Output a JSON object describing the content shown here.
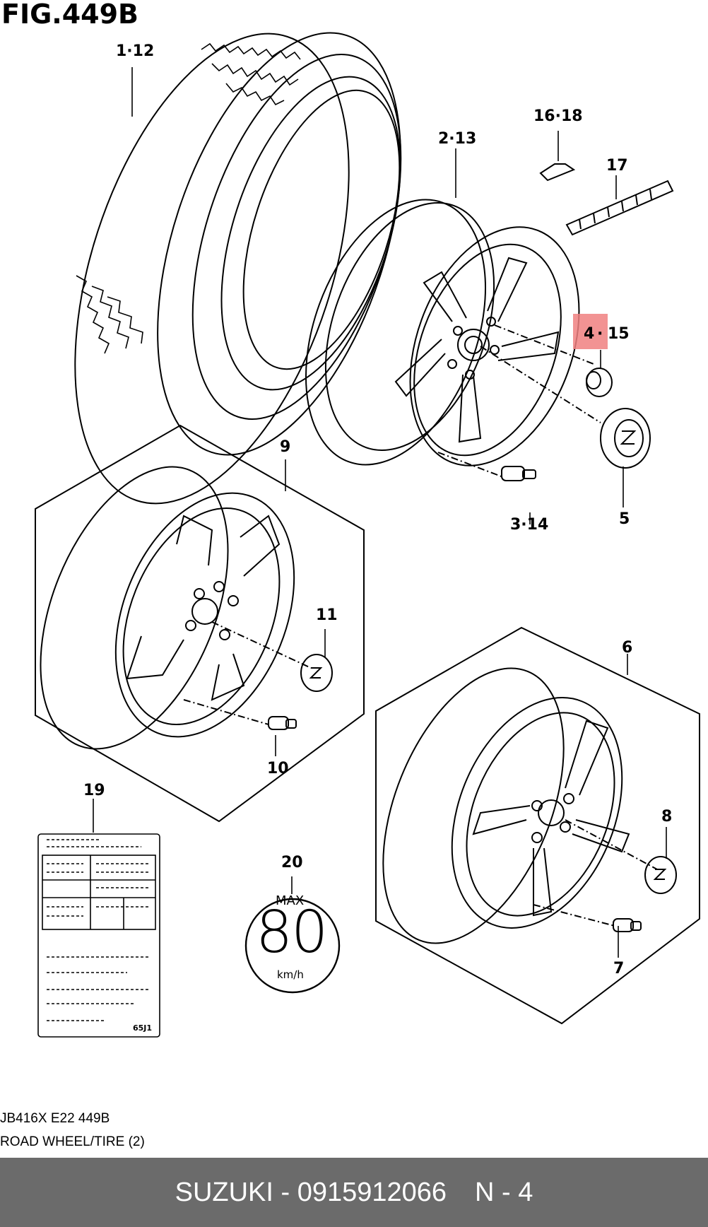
{
  "figure": {
    "title": "FIG.449B"
  },
  "callouts": {
    "c_1_12": "1·12",
    "c_2_13": "2·13",
    "c_3_14": "3·14",
    "c_4": "4",
    "c_dot": "·",
    "c_15": "15",
    "c_5": "5",
    "c_6": "6",
    "c_7": "7",
    "c_8": "8",
    "c_9": "9",
    "c_10": "10",
    "c_11": "11",
    "c_16_18": "16·18",
    "c_17": "17",
    "c_19": "19",
    "c_20": "20"
  },
  "highlight": {
    "color": "#f08080",
    "part": "4"
  },
  "speed_sign": {
    "top": "MAX",
    "value": "80",
    "unit": "km/h"
  },
  "tire_label": {
    "code": "65J1"
  },
  "meta": {
    "model_code": "JB416X E22 449B",
    "section": "ROAD WHEEL/TIRE (2)"
  },
  "footer": {
    "brand_part": "SUZUKI - 0915912066",
    "qty": "N - 4",
    "bg_color": "#6b6b6b"
  }
}
